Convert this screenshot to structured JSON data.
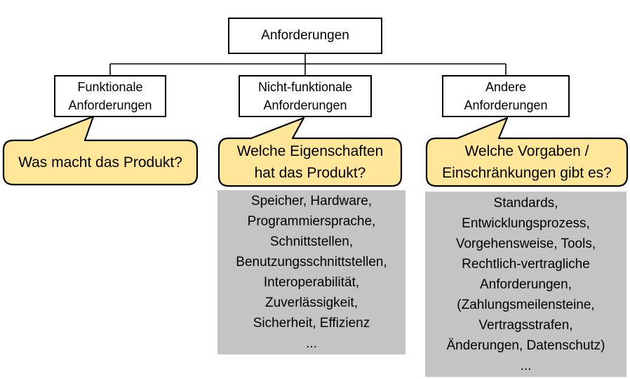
{
  "diagram": {
    "title": "Anforderungen-Baum",
    "root": {
      "label": "Anforderungen"
    },
    "children": [
      {
        "label": "Funktionale\nAnforderungen"
      },
      {
        "label": "Nicht-funktionale\nAnforderungen"
      },
      {
        "label": "Andere\nAnforderungen"
      }
    ],
    "bubbles": [
      {
        "text": "Was macht das Produkt?"
      },
      {
        "text": "Welche Eigenschaften\nhat das Produkt?"
      },
      {
        "text": "Welche Vorgaben /\nEinschränkungen gibt es?"
      }
    ],
    "lists": [
      {
        "text": "Speicher, Hardware,\nProgrammiersprache,\nSchnittstellen,\nBenutzungsschnittstellen,\nInteroperabilität,\nZuverlässigkeit,\nSicherheit, Effizienz\n..."
      },
      {
        "text": "Standards,\nEntwicklungsprozess,\nVorgehensweise, Tools,\nRechtlich-vertragliche\nAnforderungen,\n(Zahlungsmeilensteine,\nVertragsstrafen,\nÄnderungen, Datenschutz)\n..."
      }
    ],
    "colors": {
      "bubble_fill": "#FFE699",
      "list_fill": "#C4C4C4",
      "line": "#000000",
      "background": "#FFFFFF"
    }
  }
}
